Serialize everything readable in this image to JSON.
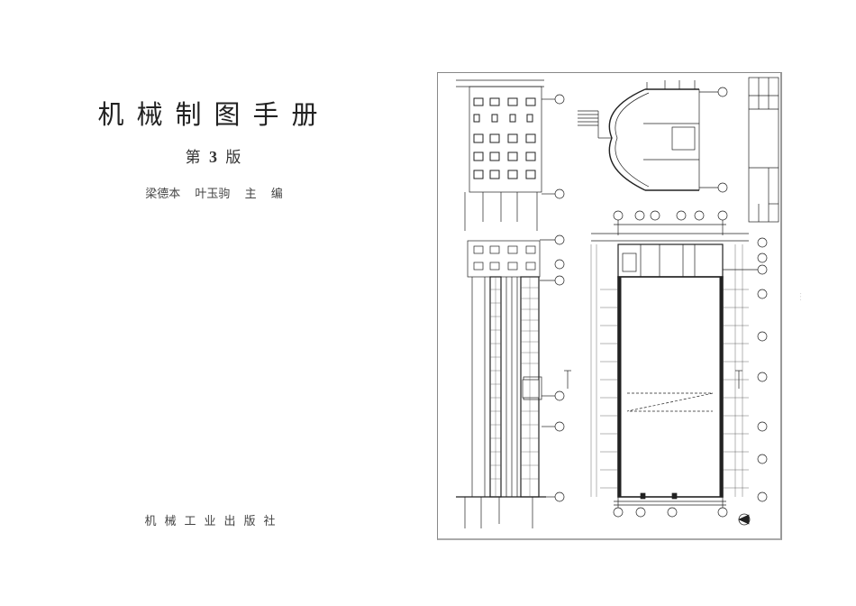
{
  "book": {
    "title": "机械制图手册",
    "edition_prefix": "第",
    "edition_number": "3",
    "edition_suffix": "版",
    "editors": [
      "梁德本",
      "叶玉驹",
      "主",
      "编"
    ],
    "publisher": "机械工业出版社"
  },
  "drawing": {
    "description": "Architectural drawing sheet: building elevations (left), arched-roof cross section (top center), ground floor plan (bottom right), title block (top right)",
    "views": [
      "elevation",
      "cross-section",
      "floor-plan",
      "title-block",
      "north-arrow"
    ]
  },
  "colors": {
    "background": "#ffffff",
    "ink": "#1a1a1a",
    "border": "#888888"
  }
}
